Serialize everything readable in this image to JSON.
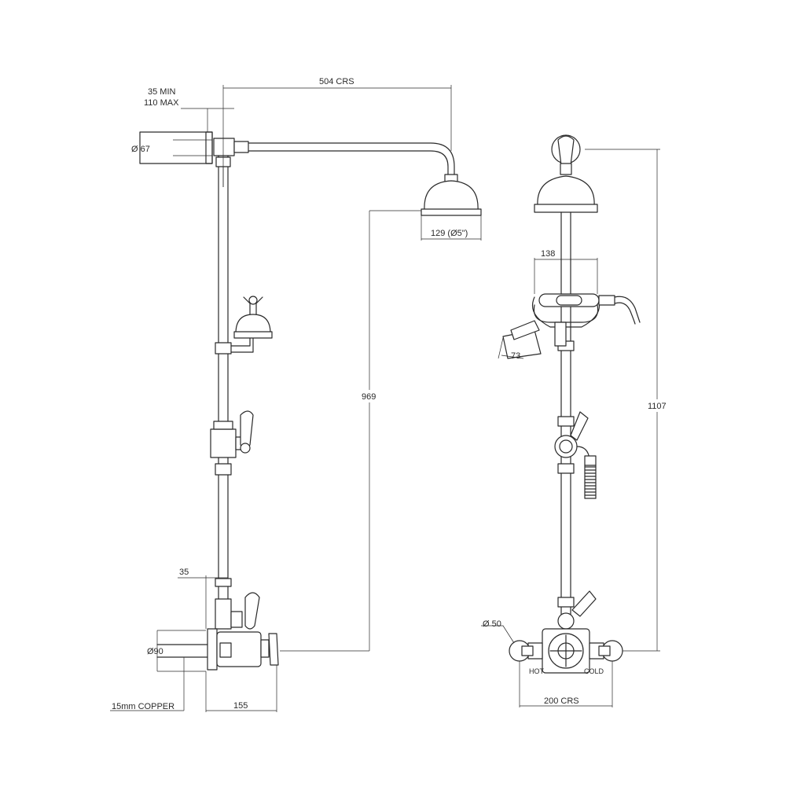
{
  "dimensions": {
    "min_projection": "35 MIN",
    "max_projection": "110 MAX",
    "crs_arm": "504 CRS",
    "wall_flange_dia": "Ø 67",
    "head_size": "129 (Ø5\")",
    "rail_height": "969",
    "valve_offset": "35",
    "valve_flange_dia": "Ø90",
    "pipe_spec": "15mm COPPER",
    "valve_depth": "155",
    "handset_width": "138",
    "handset_head": "73",
    "overall_height": "1107",
    "inlet_dia": "Ø 50",
    "inlet_crs": "200 CRS"
  },
  "valve_labels": {
    "hot": "HOT",
    "cold": "COLD"
  }
}
